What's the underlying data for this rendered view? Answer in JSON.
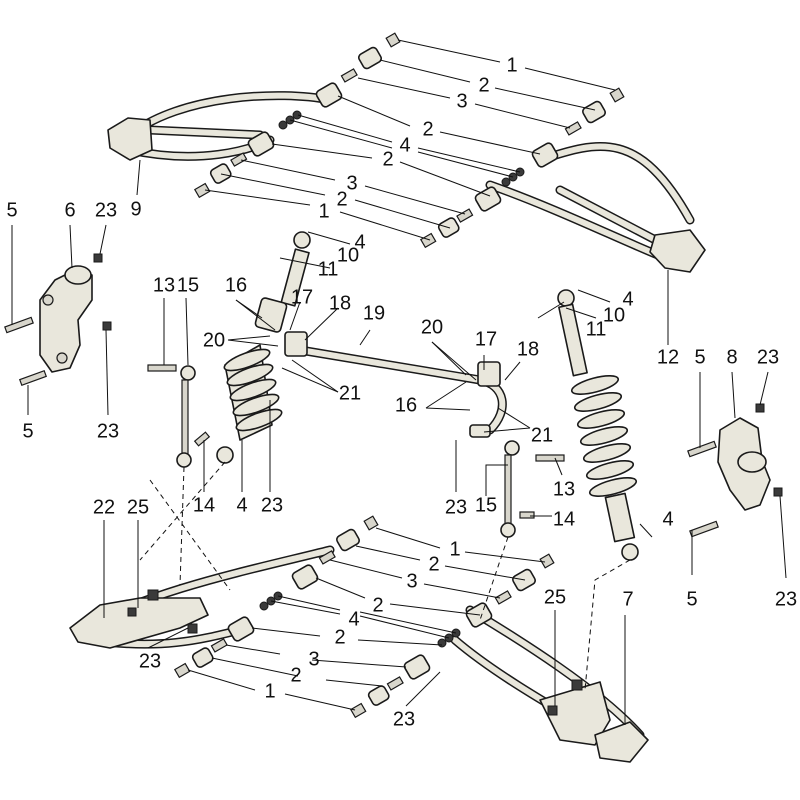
{
  "labels": {
    "l1a": "1",
    "l2a": "2",
    "l3a": "3",
    "l2b": "2",
    "l4a": "4",
    "l2c": "2",
    "l3b": "3",
    "l2d": "2",
    "l1b": "1",
    "l9": "9",
    "l5a": "5",
    "l6": "6",
    "l23a": "23",
    "l5b": "5",
    "l23b": "23",
    "l4b": "4",
    "l10a": "10",
    "l11a": "11",
    "l16a": "16",
    "l17a": "17",
    "l18a": "18",
    "l19": "19",
    "l13a": "13",
    "l15a": "15",
    "l20a": "20",
    "l21a": "21",
    "l14a": "14",
    "l4c": "4",
    "l23c": "23",
    "l20b": "20",
    "l17b": "17",
    "l18b": "18",
    "l16b": "16",
    "l21b": "21",
    "l23d": "23",
    "l15b": "15",
    "l13b": "13",
    "l14b": "14",
    "l4d": "4",
    "l10b": "10",
    "l11b": "11",
    "l12": "12",
    "l5c": "5",
    "l8": "8",
    "l23e": "23",
    "l5d": "5",
    "l23f": "23",
    "l4e": "4",
    "l22": "22",
    "l25a": "25",
    "l1c": "1",
    "l2e": "2",
    "l3c": "3",
    "l2f": "2",
    "l4f": "4",
    "l2g": "2",
    "l23g": "23",
    "l3d": "3",
    "l2h": "2",
    "l1d": "1",
    "l25b": "25",
    "l7": "7",
    "l23h": "23"
  },
  "colors": {
    "line": "#1a1a1a",
    "fill": "#e9e7dc",
    "background": "#ffffff"
  }
}
